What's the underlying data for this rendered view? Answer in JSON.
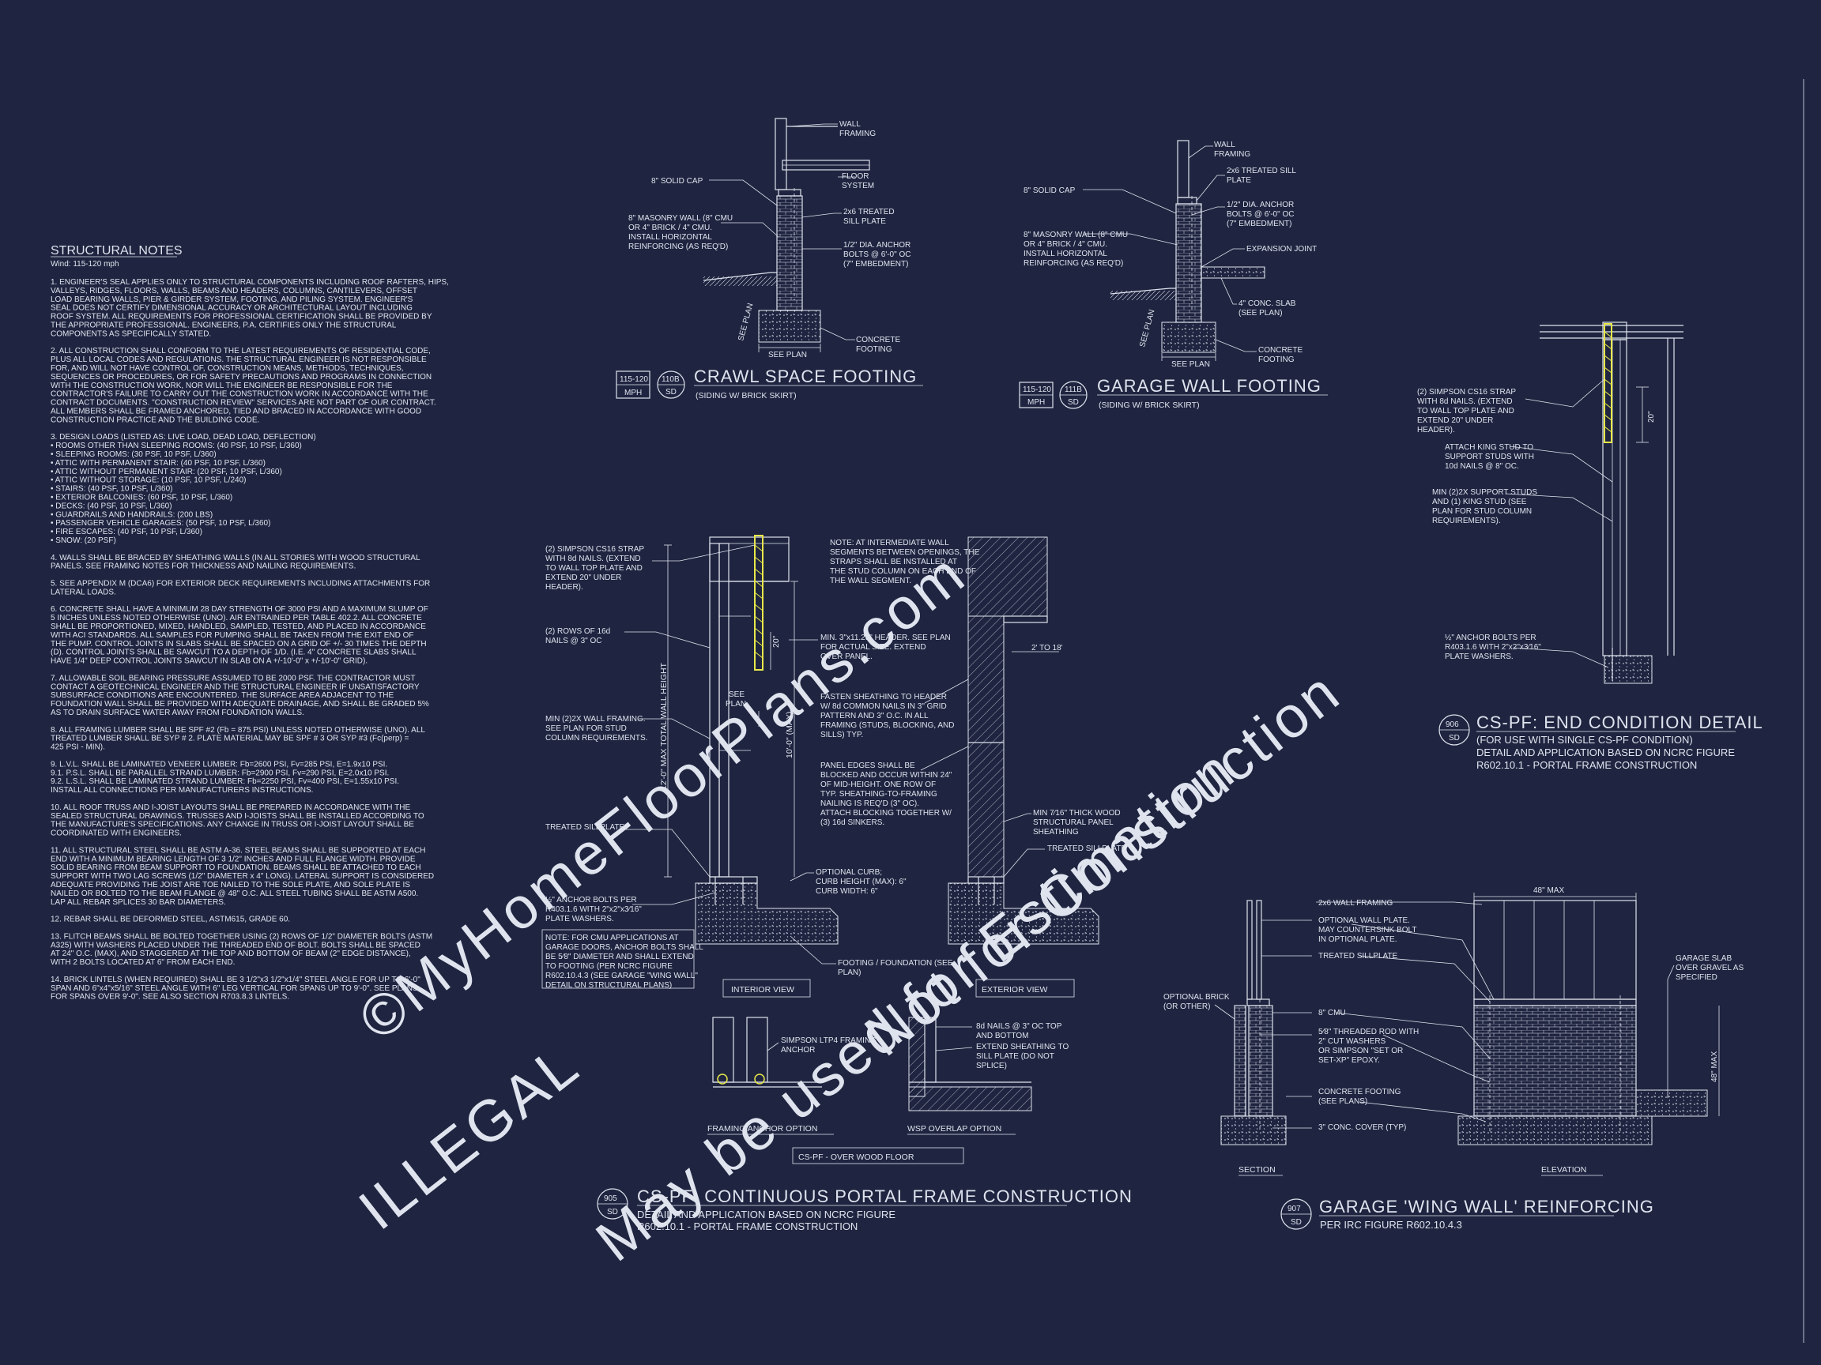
{
  "structural_notes": {
    "title": "STRUCTURAL NOTES",
    "wind": "Wind: 115-120 mph",
    "lines": [
      "1.   ENGINEER'S SEAL APPLIES ONLY TO STRUCTURAL COMPONENTS INCLUDING ROOF RAFTERS, HIPS,",
      "      VALLEYS, RIDGES, FLOORS, WALLS, BEAMS AND HEADERS, COLUMNS, CANTILEVERS, OFFSET",
      "      LOAD BEARING WALLS, PIER & GIRDER SYSTEM, FOOTING, AND PILING SYSTEM.  ENGINEER'S",
      "      SEAL DOES NOT CERTIFY DIMENSIONAL ACCURACY OR ARCHITECTURAL LAYOUT INCLUDING",
      "      ROOF SYSTEM. ALL REQUIREMENTS FOR PROFESSIONAL CERTIFICATION SHALL BE PROVIDED BY",
      "      THE APPROPRIATE PROFESSIONAL.  ENGINEERS, P.A. CERTIFIES ONLY THE STRUCTURAL",
      "      COMPONENTS AS SPECIFICALLY STATED.",
      "",
      "2.   ALL CONSTRUCTION SHALL CONFORM TO THE LATEST REQUIREMENTS OF RESIDENTIAL CODE,",
      "      PLUS ALL LOCAL CODES AND REGULATIONS. THE STRUCTURAL ENGINEER IS NOT RESPONSIBLE",
      "      FOR, AND WILL NOT HAVE CONTROL OF, CONSTRUCTION MEANS, METHODS, TECHNIQUES,",
      "      SEQUENCES OR PROCEDURES, OR FOR SAFETY PRECAUTIONS AND PROGRAMS IN CONNECTION",
      "      WITH THE CONSTRUCTION WORK, NOR WILL THE ENGINEER BE RESPONSIBLE FOR THE",
      "      CONTRACTOR'S FAILURE TO CARRY OUT THE CONSTRUCTION WORK IN ACCORDANCE WITH THE",
      "      CONTRACT DOCUMENTS. \"CONSTRUCTION REVIEW\" SERVICES ARE NOT PART OF OUR CONTRACT.",
      "      ALL MEMBERS SHALL BE FRAMED ANCHORED, TIED AND BRACED IN ACCORDANCE WITH GOOD",
      "      CONSTRUCTION PRACTICE AND THE BUILDING CODE.",
      "",
      "3.   DESIGN LOADS (LISTED AS: LIVE LOAD, DEAD LOAD, DEFLECTION)",
      "•    ROOMS OTHER THAN SLEEPING ROOMS: (40 PSF, 10 PSF, L/360)",
      "•    SLEEPING ROOMS: (30 PSF, 10 PSF, L/360)",
      "•    ATTIC WITH PERMANENT STAIR: (40 PSF, 10 PSF, L/360)",
      "•    ATTIC WITHOUT PERMANENT STAIR: (20 PSF, 10 PSF, L/360)",
      "•    ATTIC WITHOUT STORAGE: (10 PSF, 10 PSF, L/240)",
      "•    STAIRS: (40 PSF, 10 PSF, L/360)",
      "•    EXTERIOR BALCONIES: (60 PSF, 10 PSF, L/360)",
      "•    DECKS: (40 PSF, 10 PSF, L/360)",
      "•    GUARDRAILS AND HANDRAILS: (200 LBS)",
      "•    PASSENGER VEHICLE GARAGES: (50 PSF, 10 PSF, L/360)",
      "•    FIRE ESCAPES: (40 PSF, 10 PSF, L/360)",
      "•    SNOW: (20 PSF)",
      "",
      "4.   WALLS SHALL BE BRACED BY SHEATHING WALLS (IN ALL STORIES WITH WOOD STRUCTURAL",
      "      PANELS. SEE FRAMING NOTES FOR THICKNESS AND NAILING REQUIREMENTS.",
      "",
      "5.   SEE APPENDIX M (DCA6) FOR EXTERIOR DECK REQUIREMENTS INCLUDING ATTACHMENTS FOR",
      "      LATERAL LOADS.",
      "",
      "6.   CONCRETE SHALL HAVE A MINIMUM 28 DAY STRENGTH OF 3000 PSI AND A MAXIMUM SLUMP OF",
      "      5 INCHES UNLESS NOTED OTHERWISE (UNO). AIR ENTRAINED PER TABLE 402.2. ALL CONCRETE",
      "      SHALL BE PROPORTIONED, MIXED, HANDLED, SAMPLED, TESTED, AND PLACED IN ACCORDANCE",
      "      WITH ACI STANDARDS. ALL SAMPLES FOR PUMPING SHALL BE TAKEN FROM THE EXIT END OF",
      "      THE PUMP. CONTROL JOINTS IN SLABS SHALL BE SPACED ON A GRID OF +/- 30 TIMES THE DEPTH",
      "      (D). CONTROL JOINTS SHALL BE SAWCUT TO A DEPTH OF 1/D. (I.E. 4\" CONCRETE SLABS SHALL",
      "      HAVE 1/4\" DEEP CONTROL JOINTS SAWCUT IN SLAB ON A +/-10'-0\" x +/-10'-0\" GRID).",
      "",
      "7.   ALLOWABLE SOIL BEARING PRESSURE ASSUMED TO BE 2000 PSF. THE CONTRACTOR MUST",
      "      CONTACT A GEOTECHNICAL ENGINEER AND THE STRUCTURAL ENGINEER IF UNSATISFACTORY",
      "      SUBSURFACE CONDITIONS ARE ENCOUNTERED. THE SURFACE AREA ADJACENT TO THE",
      "      FOUNDATION WALL SHALL BE PROVIDED WITH ADEQUATE DRAINAGE, AND SHALL BE GRADED 5%",
      "      AS TO DRAIN SURFACE WATER AWAY FROM FOUNDATION WALLS.",
      "",
      "8.   ALL FRAMING LUMBER SHALL BE SPF #2 (Fb = 875 PSI) UNLESS NOTED OTHERWISE (UNO). ALL",
      "      TREATED LUMBER SHALL BE SYP # 2. PLATE MATERIAL MAY BE SPF # 3 OR SYP #3 (Fc(perp) =",
      "      425 PSI - MIN).",
      "",
      "9.   L.V.L.  SHALL BE LAMINATED VENEER LUMBER: Fb=2600 PSI, Fv=285 PSI, E=1.9x10  PSI.",
      " 9.1.     P.S.L.  SHALL BE PARALLEL STRAND LUMBER: Fb=2900 PSI, Fv=290 PSI, E=2.0x10  PSI.",
      " 9.2.     L.S.L.  SHALL BE LAMINATED STRAND LUMBER: Fb=2250 PSI, Fv=400 PSI, E=1.55x10  PSI.",
      "            INSTALL ALL CONNECTIONS PER MANUFACTURERS INSTRUCTIONS.",
      "",
      "10.  ALL ROOF TRUSS AND I-JOIST LAYOUTS SHALL BE PREPARED IN ACCORDANCE WITH THE",
      "      SEALED STRUCTURAL DRAWINGS. TRUSSES AND I-JOISTS SHALL BE INSTALLED ACCORDING TO",
      "      THE MANUFACTURE'S SPECIFICATIONS. ANY CHANGE IN TRUSS OR I-JOIST LAYOUT SHALL BE",
      "      COORDINATED WITH  ENGINEERS.",
      "",
      "11.  ALL STRUCTURAL STEEL SHALL BE ASTM A-36. STEEL BEAMS SHALL BE SUPPORTED AT EACH",
      "      END WITH A MINIMUM BEARING LENGTH OF 3 1/2\" INCHES AND FULL FLANGE WIDTH. PROVIDE",
      "      SOLID BEARING FROM BEAM SUPPORT TO FOUNDATION.  BEAMS SHALL BE ATTACHED TO EACH",
      "      SUPPORT WITH TWO LAG SCREWS (1/2\" DIAMETER x 4\" LONG). LATERAL SUPPORT IS CONSIDERED",
      "      ADEQUATE PROVIDING THE JOIST ARE TOE NAILED TO THE SOLE PLATE, AND SOLE PLATE IS",
      "      NAILED OR BOLTED TO THE BEAM FLANGE @ 48\" O.C. ALL STEEL TUBING SHALL BE ASTM A500.",
      "      LAP ALL REBAR SPLICES 30 BAR DIAMETERS.",
      "",
      "12.  REBAR SHALL BE DEFORMED STEEL, ASTM615, GRADE 60.",
      "",
      "13.  FLITCH BEAMS SHALL BE BOLTED TOGETHER USING (2) ROWS OF 1/2\" DIAMETER BOLTS (ASTM",
      "      A325) WITH WASHERS PLACED UNDER THE THREADED END OF BOLT. BOLTS SHALL BE SPACED",
      "      AT 24\" O.C. (MAX), AND STAGGERED AT THE TOP AND BOTTOM OF BEAM (2\" EDGE DISTANCE),",
      "      WITH 2 BOLTS LOCATED AT 6\" FROM EACH END.",
      "",
      "14.  BRICK LINTELS (WHEN REQUIRED) SHALL BE 3 1/2\"x3 1/2\"x1/4\" STEEL ANGLE FOR UP TO 6'-0\"",
      "      SPAN AND 6\"x4\"x5/16\" STEEL ANGLE WITH 6\" LEG VERTICAL FOR SPANS UP TO 9'-0\". SEE PLANS",
      "      FOR SPANS OVER 9'-0\". SEE ALSO SECTION R703.8.3 LINTELS."
    ]
  },
  "crawl": {
    "title": "CRAWL SPACE FOOTING",
    "subtitle": "(SIDING W/ BRICK SKIRT)",
    "wind_top": "115-120",
    "wind_bot": "MPH",
    "num": "110B",
    "sheet": "SD",
    "labels": {
      "wall_framing_1": "WALL",
      "wall_framing_2": "FRAMING",
      "floor_1": "FLOOR",
      "floor_2": "SYSTEM",
      "cap": "8\" SOLID CAP",
      "sill_1": "2x6 TREATED",
      "sill_2": "SILL PLATE",
      "mas_1": "8\" MASONRY WALL (8\" CMU",
      "mas_2": "OR 4\" BRICK / 4\" CMU.",
      "mas_3": "INSTALL HORIZONTAL",
      "mas_4": "REINFORCING (AS REQ'D)",
      "bolt_1": "1/2\" DIA. ANCHOR",
      "bolt_2": "BOLTS @ 6'-0\" OC",
      "bolt_3": "(7\" EMBEDMENT)",
      "foot_1": "CONCRETE",
      "foot_2": "FOOTING",
      "see_plan": "SEE PLAN",
      "see_plan_v": "SEE PLAN"
    }
  },
  "garage_footing": {
    "title": "GARAGE WALL FOOTING",
    "subtitle": "(SIDING W/ BRICK SKIRT)",
    "wind_top": "115-120",
    "wind_bot": "MPH",
    "num": "111B",
    "sheet": "SD",
    "labels": {
      "wall_1": "WALL",
      "wall_2": "FRAMING",
      "sill_1": "2x6 TREATED SILL",
      "sill_2": "PLATE",
      "cap": "8\" SOLID CAP",
      "bolt_1": "1/2\" DIA. ANCHOR",
      "bolt_2": "BOLTS @ 6'-0\" OC",
      "bolt_3": "(7\" EMBEDMENT)",
      "mas_1": "8\" MASONRY WALL (8\" CMU",
      "mas_2": "OR 4\" BRICK / 4\" CMU.",
      "mas_3": "INSTALL HORIZONTAL",
      "mas_4": "REINFORCING (AS REQ'D)",
      "exp": "EXPANSION JOINT",
      "slab_1": "4\" CONC. SLAB",
      "slab_2": "(SEE PLAN)",
      "foot_1": "CONCRETE",
      "foot_2": "FOOTING",
      "see_plan": "SEE PLAN",
      "see_plan_v": "SEE PLAN"
    }
  },
  "portal": {
    "title": "CS-PF: CONTINUOUS PORTAL FRAME CONSTRUCTION",
    "subtitle_1": "DETAIL AND APPLICATION BASED ON NCRC FIGURE",
    "subtitle_2": "R602.10.1 - PORTAL FRAME CONSTRUCTION",
    "num": "905",
    "sheet": "SD",
    "interior_view": "INTERIOR VIEW",
    "exterior_view": "EXTERIOR VIEW",
    "over_wood_floor": "CS-PF - OVER WOOD FLOOR",
    "framing_anchor_option": "FRAMING ANCHOR OPTION",
    "wsp_overlap_option": "WSP OVERLAP OPTION",
    "labels": {
      "strap_1": "(2) SIMPSON CS16 STRAP",
      "strap_2": "WITH 8d NAILS. (EXTEND",
      "strap_3": "TO WALL TOP PLATE AND",
      "strap_4": "EXTEND 20\" UNDER",
      "strap_5": "HEADER).",
      "rows_1": "(2) ROWS OF 16d",
      "rows_2": "NAILS @ 3\" OC",
      "min_1": "MIN (2)2X WALL FRAMING.",
      "min_2": "SEE PLAN FOR STUD",
      "min_3": "COLUMN REQUIREMENTS.",
      "treated": "TREATED SILLPLATE",
      "ab_1": "½\" ANCHOR BOLTS PER",
      "ab_2": "R403.1.6 WITH 2\"x2\"x3⁄16\"",
      "ab_3": "PLATE WASHERS.",
      "cmu_1": "NOTE: FOR CMU APPLICATIONS AT",
      "cmu_2": "GARAGE DOORS, ANCHOR BOLTS SHALL",
      "cmu_3": "BE 5⁄8\" DIAMETER AND SHALL EXTEND",
      "cmu_4": "TO FOOTING (PER NCRC FIGURE",
      "cmu_5": "R602.10.4.3 (SEE GARAGE \"WING WALL\"",
      "cmu_6": "DETAIL ON STRUCTURAL PLANS)",
      "note_1": "NOTE: AT INTERMEDIATE WALL",
      "note_2": "SEGMENTS BETWEEN OPENINGS, THE",
      "note_3": "STRAPS SHALL BE INSTALLED AT",
      "note_4": "THE STUD COLUMN ON EACH END OF",
      "note_5": "THE WALL SEGMENT.",
      "hdr_1": "MIN. 3\"x11.25\" HEADER. SEE PLAN",
      "hdr_2": "FOR ACTUAL SIZE. EXTEND",
      "hdr_3": "OVER PANEL.",
      "fasten_1": "FASTEN SHEATHING TO HEADER",
      "fasten_2": "W/ 8d COMMON NAILS IN 3\" GRID",
      "fasten_3": "PATTERN AND 3\" O.C. IN ALL",
      "fasten_4": "FRAMING (STUDS, BLOCKING, AND",
      "fasten_5": "SILLS) TYP.",
      "panel_1": "PANEL EDGES SHALL BE",
      "panel_2": "BLOCKED AND OCCUR WITHIN 24\"",
      "panel_3": "OF MID-HEIGHT. ONE ROW OF",
      "panel_4": "TYP. SHEATHING-TO-FRAMING",
      "panel_5": "NAILING IS REQ'D (3\" OC).",
      "panel_6": "ATTACH BLOCKING TOGETHER W/",
      "panel_7": "(3) 16d SINKERS.",
      "curb_1": "OPTIONAL CURB;",
      "curb_2": "CURB HEIGHT (MAX): 6\"",
      "curb_3": "CURB WIDTH: 6\"",
      "ftg_1": "FOOTING / FOUNDATION (SEE",
      "ftg_2": "PLAN)",
      "wsp_1": "MIN 7⁄16\" THICK WOOD",
      "wsp_2": "STRUCTURAL PANEL",
      "wsp_3": "SHEATHING",
      "treated_r": "TREATED SILLPLATE",
      "dim_20": "20\"",
      "dim_see_plan_1": "SEE",
      "dim_see_plan_2": "PLAN",
      "dim_12": "12'-0\" MAX TOTAL WALL HEIGHT",
      "dim_10": "10'-0\" (MAX)",
      "dim_2to18": "2' TO 18'",
      "ltp_1": "SIMPSON LTP4 FRAMING",
      "ltp_2": "ANCHOR",
      "nails_1": "8d NAILS @ 3\" OC TOP",
      "nails_2": "AND BOTTOM",
      "ext_1": "EXTEND SHEATHING TO",
      "ext_2": "SILL PLATE (DO NOT",
      "ext_3": "SPLICE)"
    }
  },
  "end_condition": {
    "title": "CS-PF: END CONDITION DETAIL",
    "sub_1": "(FOR USE WITH SINGLE CS-PF CONDITION)",
    "sub_2": "DETAIL AND APPLICATION BASED ON NCRC FIGURE",
    "sub_3": "R602.10.1 - PORTAL FRAME CONSTRUCTION",
    "num": "906",
    "sheet": "SD",
    "labels": {
      "strap_1": "(2) SIMPSON CS16 STRAP",
      "strap_2": "WITH 8d NAILS. (EXTEND",
      "strap_3": "TO WALL TOP PLATE AND",
      "strap_4": "EXTEND 20\" UNDER",
      "strap_5": "HEADER).",
      "king_1": "ATTACH KING STUD TO",
      "king_2": "SUPPORT STUDS WITH",
      "king_3": "10d NAILS @ 8\" OC.",
      "min_1": "MIN (2)2X SUPPORT STUDS",
      "min_2": "AND (1) KING STUD (SEE",
      "min_3": "PLAN FOR STUD COLUMN",
      "min_4": "REQUIREMENTS).",
      "ab_1": "½\" ANCHOR BOLTS PER",
      "ab_2": "R403.1.6 WITH 2\"x2\"x3⁄16\"",
      "ab_3": "PLATE WASHERS.",
      "dim_20": "20\""
    }
  },
  "wing_wall": {
    "title": "GARAGE 'WING WALL' REINFORCING",
    "subtitle": "PER IRC FIGURE R602.10.4.3",
    "num": "907",
    "sheet": "SD",
    "section": "SECTION",
    "elevation": "ELEVATION",
    "labels": {
      "wf": "2x6 WALL FRAMING",
      "owp_1": "OPTIONAL WALL PLATE.",
      "owp_2": "MAY COUNTERSINK BOLT",
      "owp_3": "IN OPTIONAL PLATE.",
      "tsp": "TREATED SILLPLATE",
      "brick_1": "OPTIONAL BRICK",
      "brick_2": "(OR OTHER)",
      "cmu": "8\" CMU",
      "rod_1": "5⁄8\" THREADED ROD WITH",
      "rod_2": "2\" CUT WASHERS",
      "rod_3": "OR SIMPSON \"SET OR",
      "rod_4": "SET-XP\" EPOXY.",
      "cf_1": "CONCRETE FOOTING",
      "cf_2": "(SEE PLANS)",
      "cover": "3\" CONC. COVER (TYP)",
      "slab_1": "GARAGE SLAB",
      "slab_2": "OVER GRAVEL AS",
      "slab_3": "SPECIFIED",
      "dim_48": "48\" MAX",
      "dim_48v": "48\" MAX"
    }
  },
  "watermark": {
    "line_1": "©MyHomeFloorPlans.com",
    "line_2": "ILLEGAL",
    "line_3": "May be used for Estimation",
    "line_4": "Not for Construction"
  }
}
